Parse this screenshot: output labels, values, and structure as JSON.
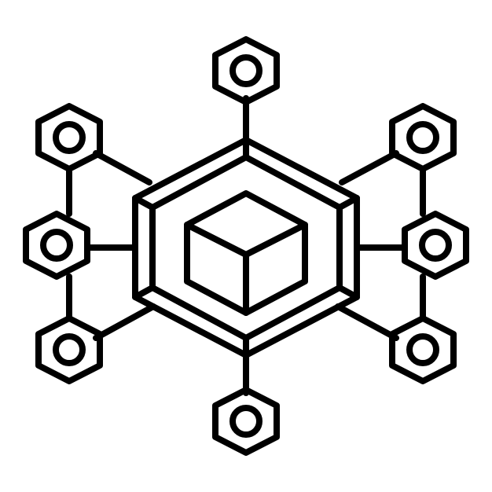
{
  "icon": {
    "name": "blockchain-network-icon",
    "style": "line-art",
    "colors": {
      "stroke": "#000000",
      "background": "#ffffff"
    },
    "hub": {
      "shape": "nested-hexagon-with-cube",
      "layers": 2
    },
    "nodes": [
      {
        "name": "node-top-icon",
        "shape": "hexagon-nut"
      },
      {
        "name": "node-bottom-icon",
        "shape": "hexagon-nut"
      },
      {
        "name": "node-left-top-icon",
        "shape": "hexagon-nut"
      },
      {
        "name": "node-left-middle-icon",
        "shape": "hexagon-nut"
      },
      {
        "name": "node-left-bottom-icon",
        "shape": "hexagon-nut"
      },
      {
        "name": "node-right-top-icon",
        "shape": "hexagon-nut"
      },
      {
        "name": "node-right-middle-icon",
        "shape": "hexagon-nut"
      },
      {
        "name": "node-right-bottom-icon",
        "shape": "hexagon-nut"
      }
    ]
  }
}
